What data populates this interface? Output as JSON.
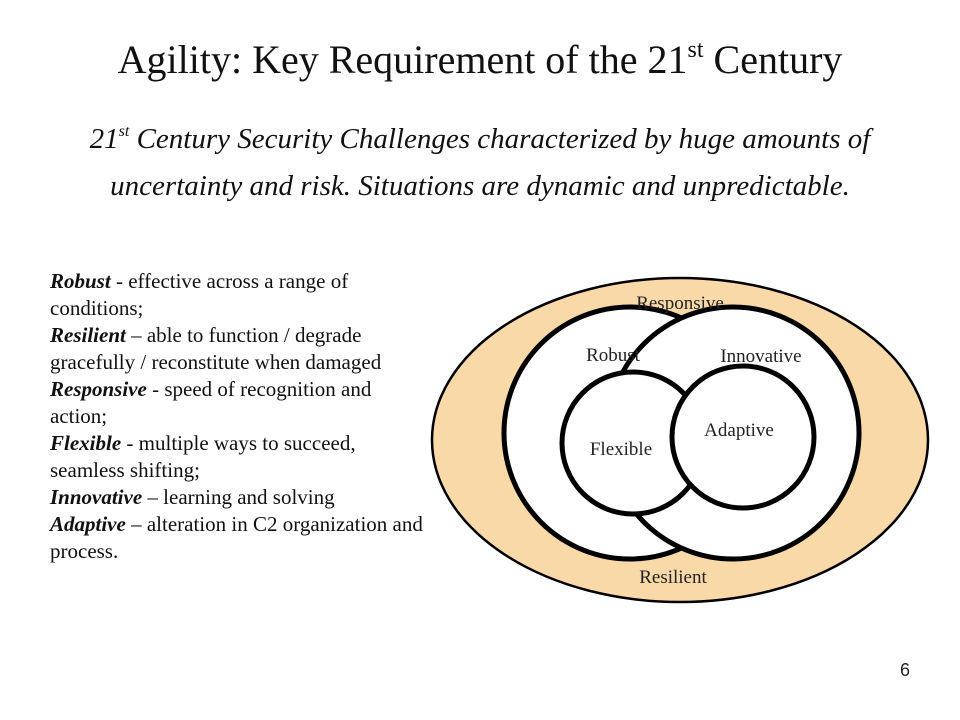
{
  "slide": {
    "title": {
      "main": "Agility: Key Requirement of the 21",
      "superscript": "st",
      "tail": " Century"
    },
    "subtitle": {
      "prefix": "21",
      "superscript": "st",
      "text": " Century Security Challenges characterized by huge amounts of uncertainty and risk.  Situations are dynamic and unpredictable."
    },
    "definitions": [
      {
        "term": "Robust",
        "text": " - effective across a range of conditions;"
      },
      {
        "term": "Resilient",
        "text": " – able to function / degrade gracefully / reconstitute when damaged"
      },
      {
        "term": "Responsive",
        "text": " - speed of recognition and action;"
      },
      {
        "term": "Flexible",
        "text": " - multiple ways to succeed, seamless shifting;"
      },
      {
        "term": "Innovative",
        "text": " – learning and solving"
      },
      {
        "term": "Adaptive",
        "text": " – alteration in C2 organization and process."
      }
    ],
    "diagram": {
      "labels": {
        "responsive": "Responsive",
        "robust": "Robust",
        "innovative": "Innovative",
        "flexible": "Flexible",
        "adaptive": "Adaptive",
        "resilient": "Resilient"
      },
      "colors": {
        "outer_fill": "#FAD9A8",
        "inner_fill": "#FFFFFF",
        "stroke": "#000000"
      }
    },
    "page_number": "6"
  }
}
